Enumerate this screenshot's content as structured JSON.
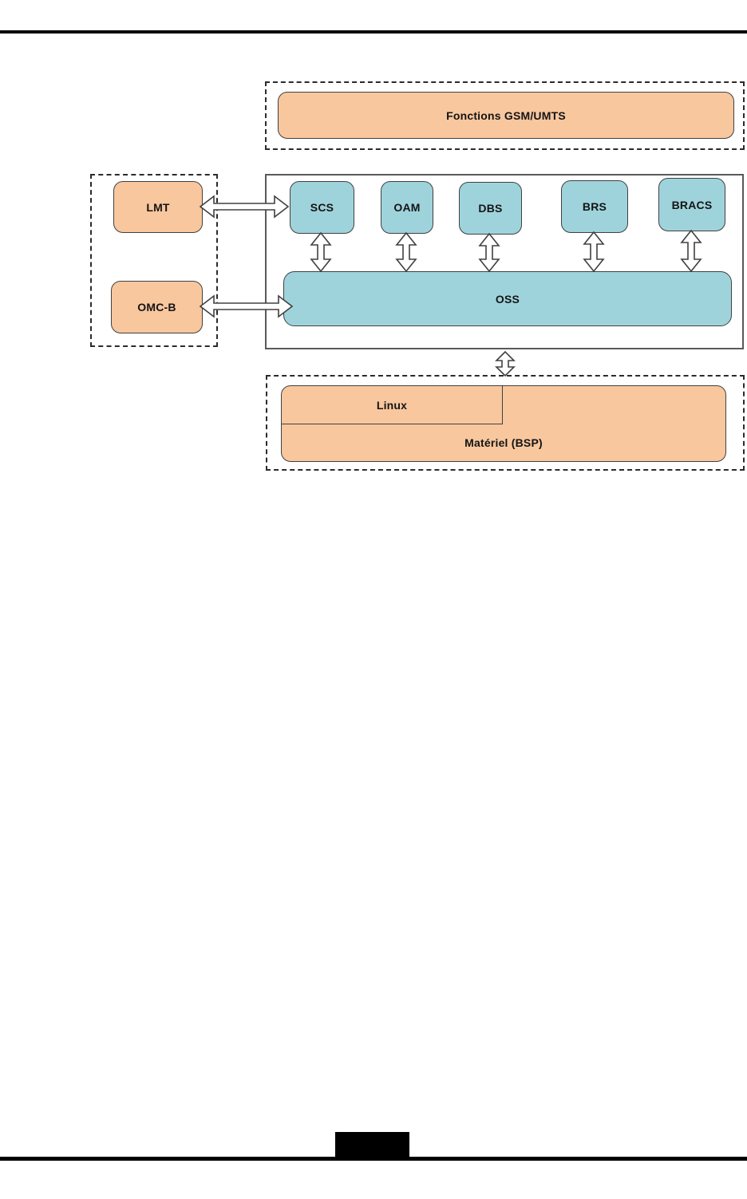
{
  "diagram": {
    "gsm_umts": {
      "label": "Fonctions GSM/UMTS"
    },
    "external_left": {
      "lmt_label": "LMT",
      "omcb_label": "OMC-B"
    },
    "main": {
      "modules": [
        {
          "label": "SCS"
        },
        {
          "label": "OAM"
        },
        {
          "label": "DBS"
        },
        {
          "label": "BRS"
        },
        {
          "label": "BRACS"
        }
      ],
      "oss_label": "OSS"
    },
    "platform": {
      "linux_label": "Linux",
      "materiel_label": "Matériel (BSP)"
    },
    "colors": {
      "external_fill": "#F8C79E",
      "module_fill": "#9FD3DC",
      "box_border": "#404040",
      "frame_border": "#595959"
    }
  }
}
